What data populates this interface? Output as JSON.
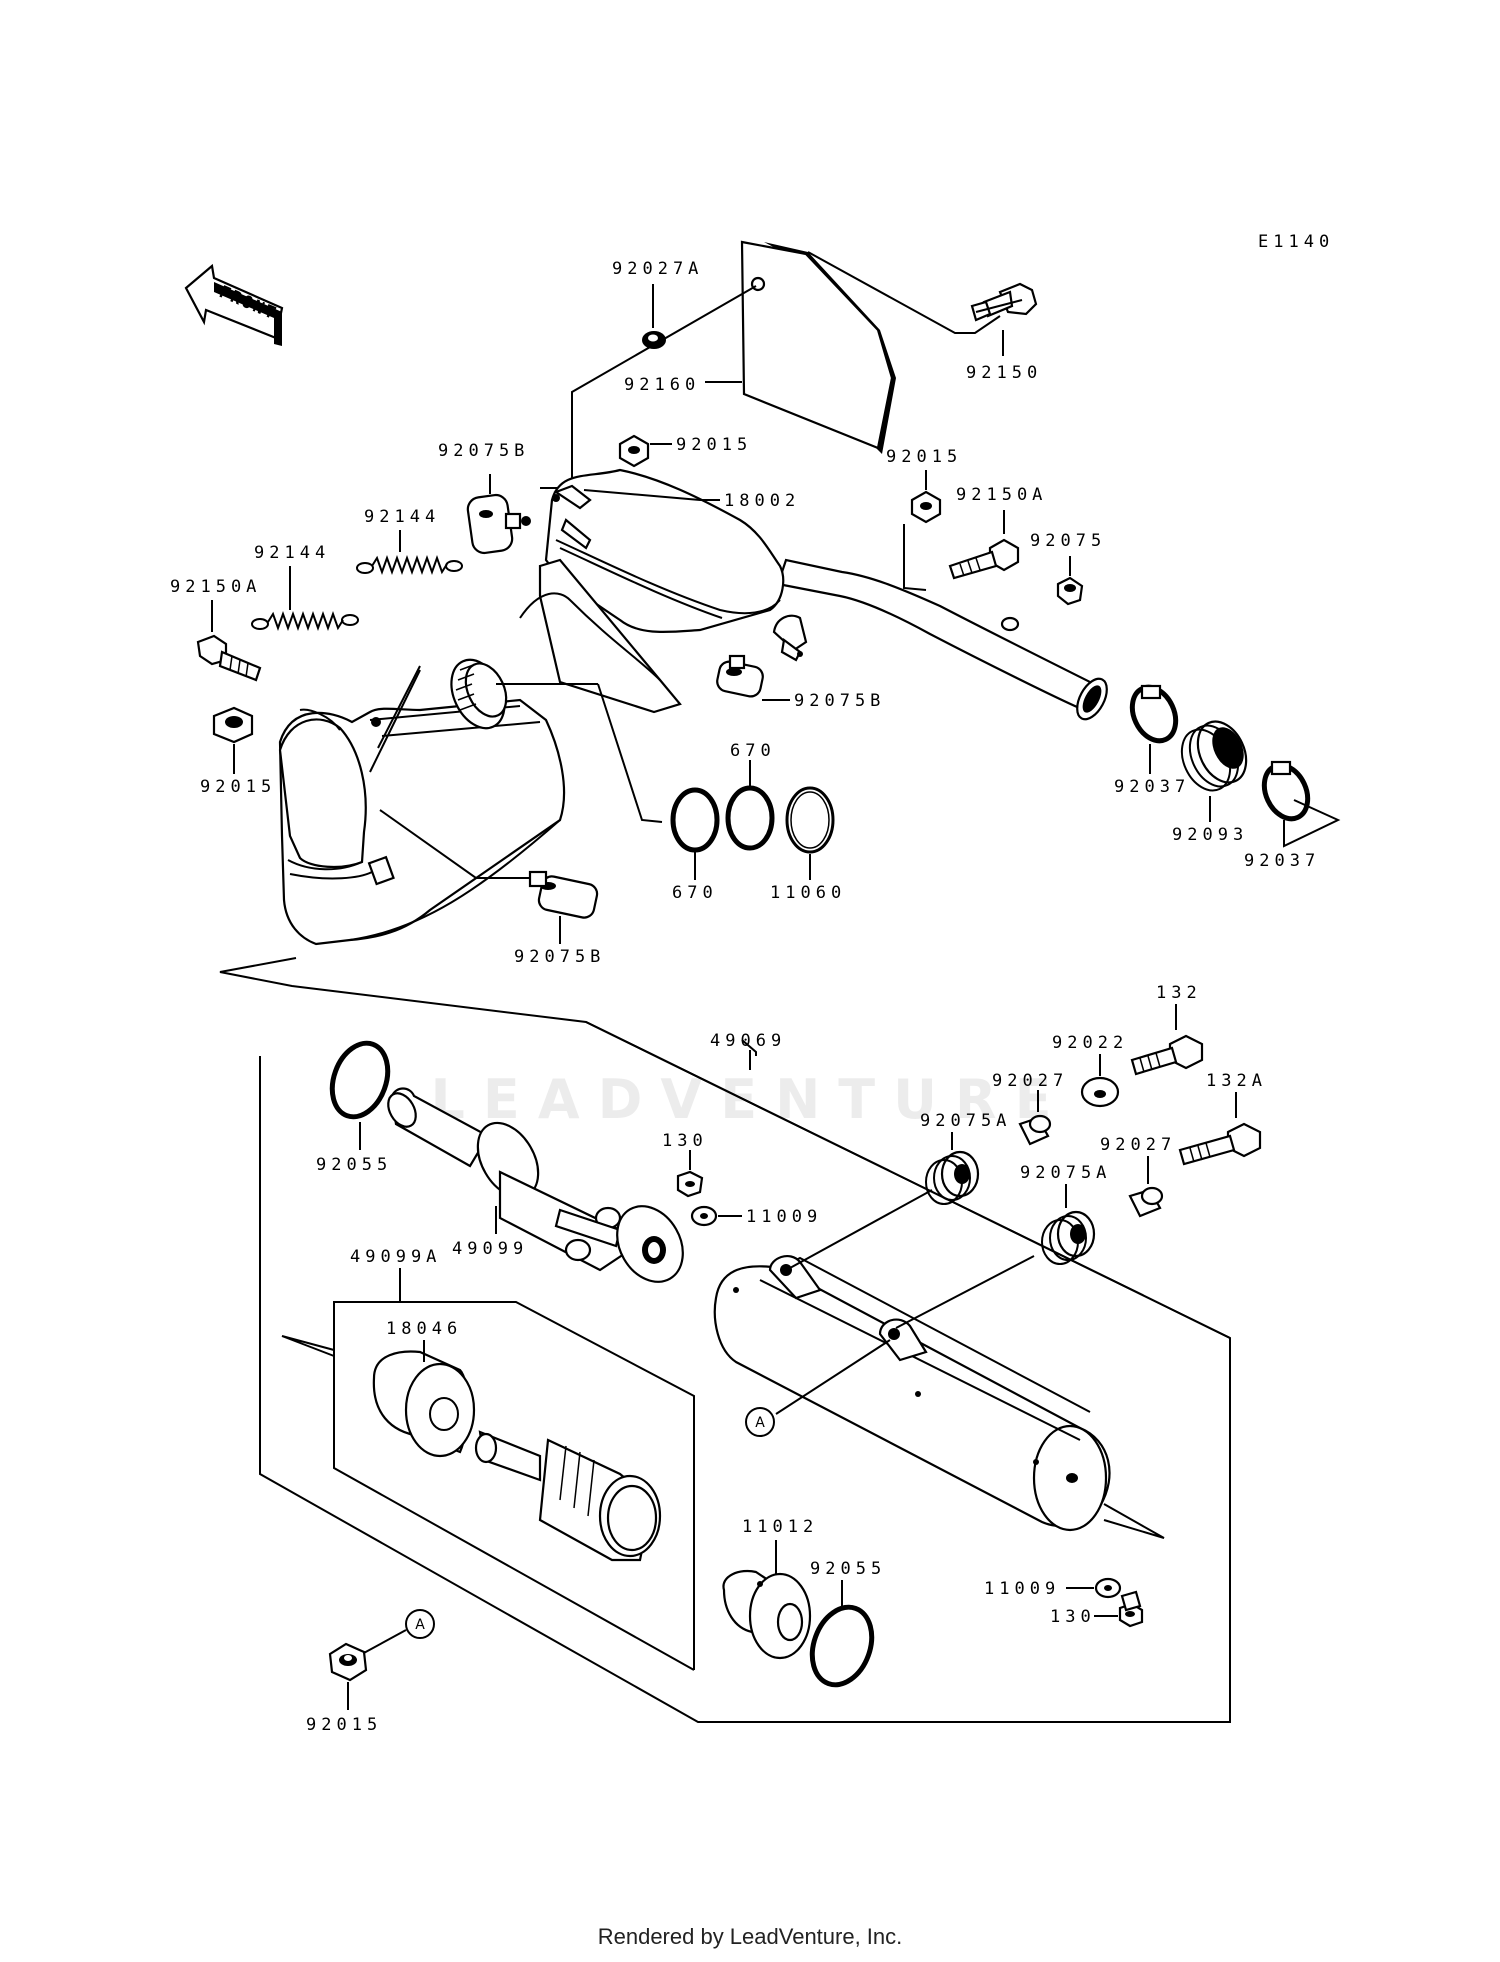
{
  "diagram_code": "E1140",
  "front_arrow_label": "FRONT",
  "watermark_text": "LEADVENTURE",
  "footer_text": "Rendered by LeadVenture, Inc.",
  "labels": {
    "p92027A": "92027A",
    "p92160": "92160",
    "p92150": "92150",
    "p92015_top": "92015",
    "p92075B_top": "92075B",
    "p18002": "18002",
    "p92015_right": "92015",
    "p92150A_right": "92150A",
    "p92075_right": "92075",
    "p92144_a": "92144",
    "p92144_b": "92144",
    "p92150A_left": "92150A",
    "p92015_left": "92015",
    "p92075B_mid": "92075B",
    "p670_top": "670",
    "p670_bottom": "670",
    "p11060": "11060",
    "p92037_a": "92037",
    "p92093": "92093",
    "p92037_b": "92037",
    "p92075B_bottom": "92075B",
    "p49069": "49069",
    "p132": "132",
    "p92022": "92022",
    "p92027_a": "92027",
    "p132A": "132A",
    "p92075A_a": "92075A",
    "p92027_b": "92027",
    "p92075A_b": "92075A",
    "p92055_top": "92055",
    "p130_top": "130",
    "p11009_top": "11009",
    "p49099": "49099",
    "p49099A": "49099A",
    "p18046": "18046",
    "p11012": "11012",
    "p92055_bottom": "92055",
    "p11009_bottom": "11009",
    "p130_bottom": "130",
    "p92015_bottom": "92015",
    "ref_A_1": "A",
    "ref_A_2": "A"
  }
}
